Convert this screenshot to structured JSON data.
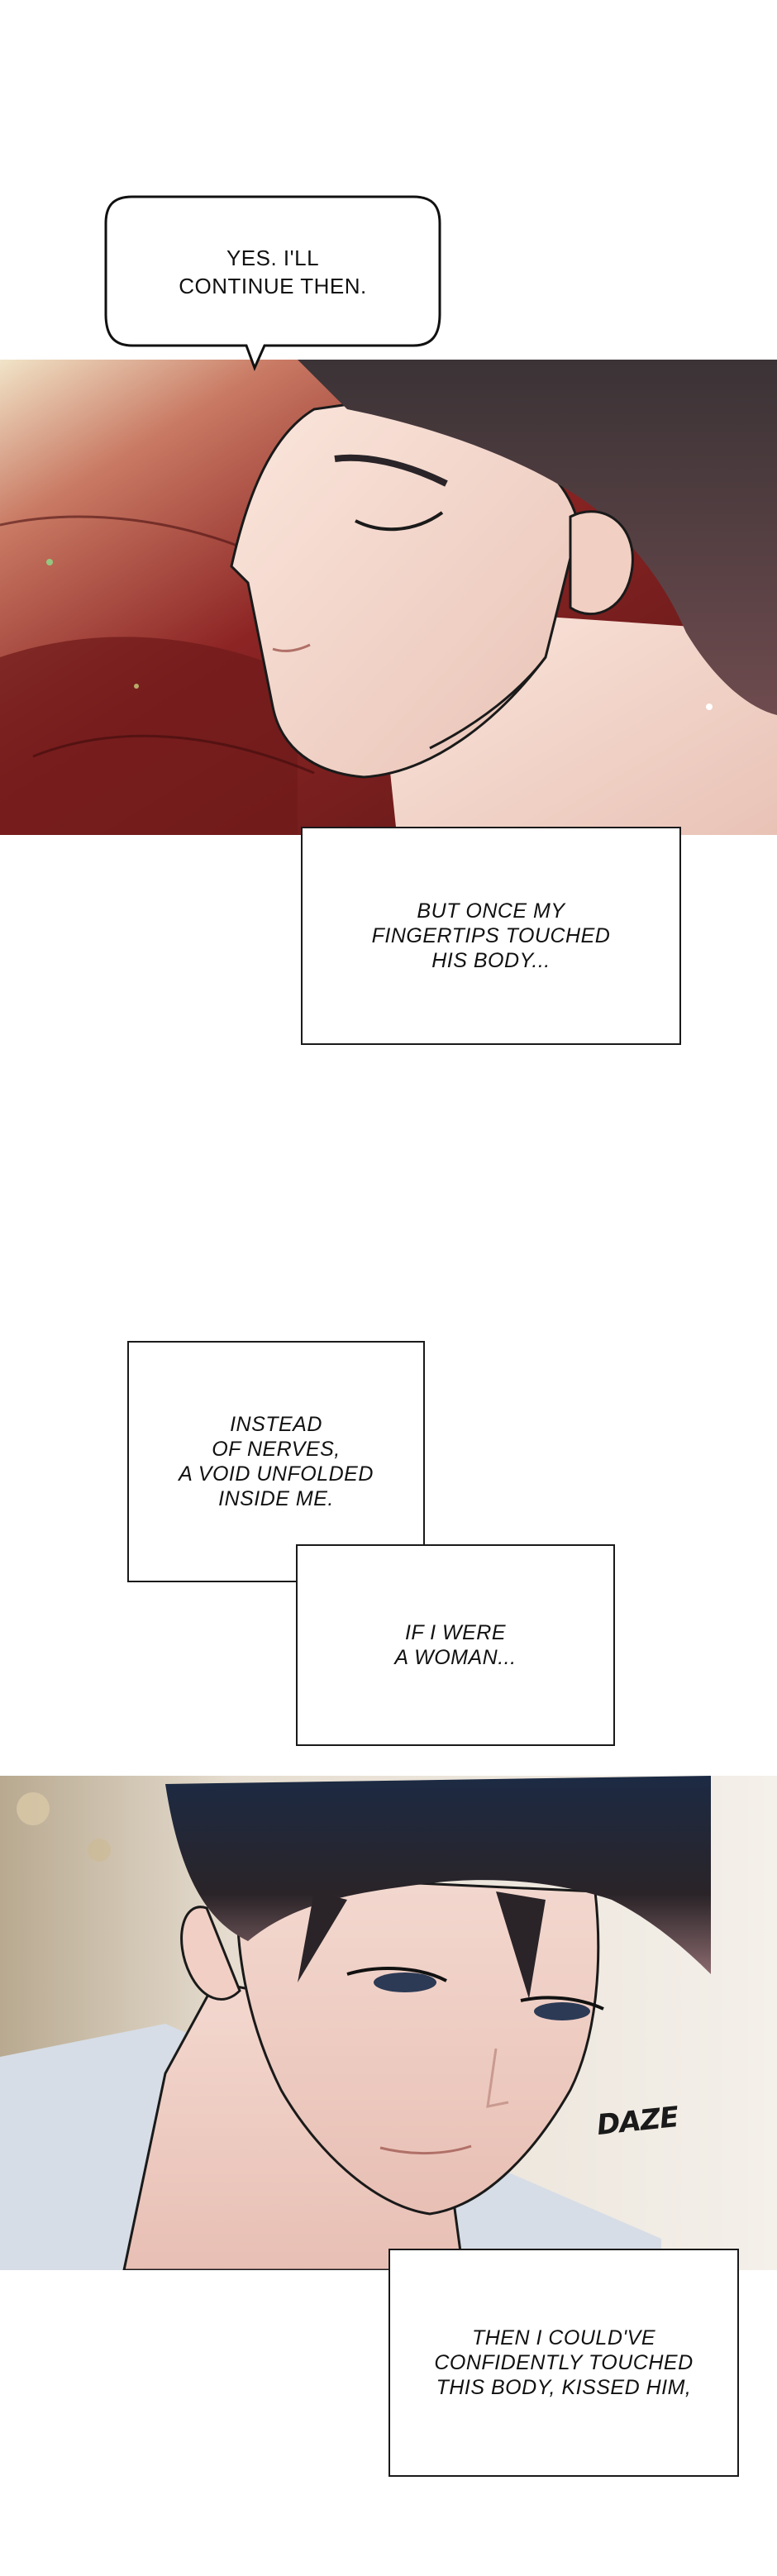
{
  "speech_bubble": {
    "text": "YES. I'LL\nCONTINUE THEN."
  },
  "captions": [
    {
      "text": "BUT ONCE MY\nFINGERTIPS TOUCHED\nHIS BODY..."
    },
    {
      "text": "INSTEAD\nOF NERVES,\nA VOID UNFOLDED\nINSIDE ME."
    },
    {
      "text": "IF I WERE\nA WOMAN..."
    },
    {
      "text": "THEN I COULD'VE\nCONFIDENTLY TOUCHED\nTHIS BODY, KISSED HIM,"
    }
  ],
  "signature": {
    "text": "DAZE"
  },
  "colors": {
    "pillow_red": "#8c2424",
    "skin": "#f4d9cf",
    "hair_dark": "#2a2428",
    "background": "#ffffff"
  }
}
